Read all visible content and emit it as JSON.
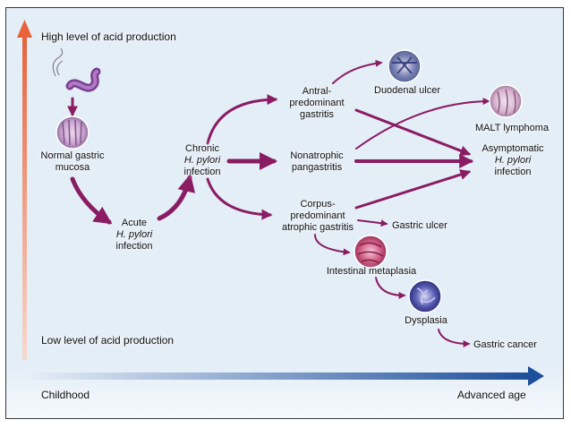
{
  "acid": {
    "high": "High level of acid production",
    "low": "Low level of acid production"
  },
  "age": {
    "start": "Childhood",
    "end": "Advanced age"
  },
  "nodes": {
    "normal": {
      "line1": "Normal gastric",
      "line2": "mucosa"
    },
    "acute": {
      "line1": "Acute",
      "line2": "H. pylori",
      "line3": "infection"
    },
    "chronic": {
      "line1": "Chronic",
      "line2": "H. pylori",
      "line3": "infection"
    },
    "antral": {
      "line1": "Antral-",
      "line2": "predominant",
      "line3": "gastritis"
    },
    "nonatrophic": {
      "line1": "Nonatrophic",
      "line2": "pangastritis"
    },
    "corpus": {
      "line1": "Corpus-",
      "line2": "predominant",
      "line3": "atrophic gastritis"
    },
    "duodenal": "Duodenal ulcer",
    "malt": "MALT lymphoma",
    "asymptomatic": {
      "line1": "Asymptomatic",
      "line2": "H. pylori",
      "line3": "infection"
    },
    "gastric_ulcer": "Gastric ulcer",
    "metaplasia": "Intestinal metaplasia",
    "dysplasia": "Dysplasia",
    "cancer": "Gastric cancer"
  },
  "colors": {
    "arrow": "#8a1c63",
    "acid_top": "#e8623a",
    "acid_bottom": "#f7d9cf",
    "age_start": "#e8f0f8",
    "age_end": "#1d4f9a"
  },
  "icons": [
    "h-pylori-bacterium-icon",
    "normal-mucosa-micrograph-icon",
    "duodenal-ulcer-micrograph-icon",
    "malt-lymphoma-micrograph-icon",
    "intestinal-metaplasia-micrograph-icon",
    "dysplasia-micrograph-icon"
  ]
}
